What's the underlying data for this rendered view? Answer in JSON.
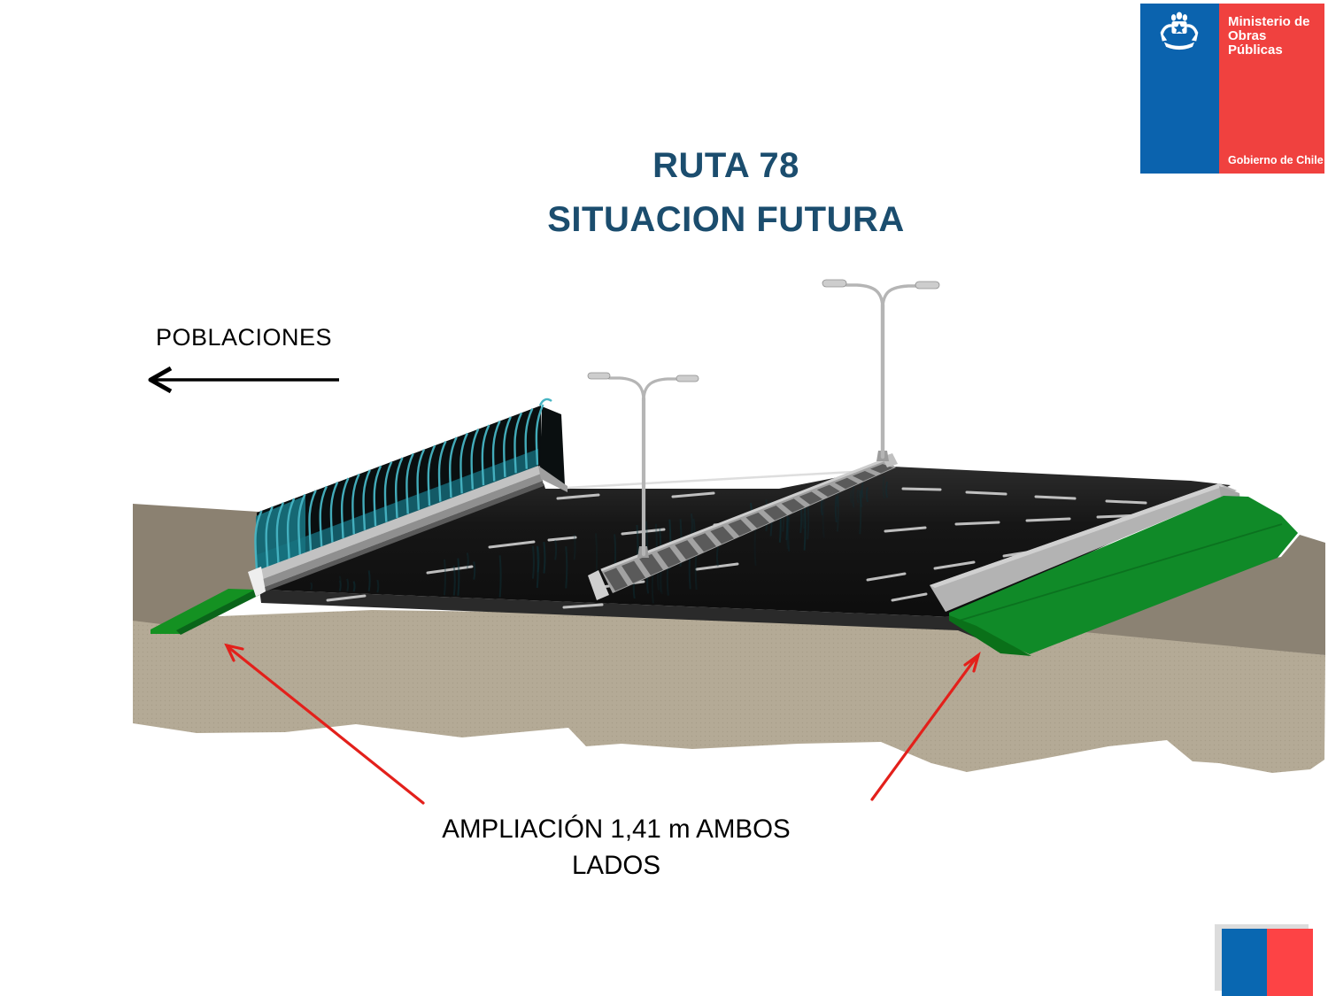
{
  "slide": {
    "title": {
      "line1": "RUTA 78",
      "line2": "SITUACION FUTURA",
      "color": "#1b4d6e"
    },
    "direction_label": "POBLACIONES",
    "annotation": {
      "line1": "AMPLIACIÓN 1,41 m AMBOS",
      "line2": "LADOS"
    },
    "arrow_red_color": "#e3201b"
  },
  "header_logo": {
    "ministry_line1": "Ministerio de",
    "ministry_line2": "Obras Públicas",
    "government": "Gobierno de Chile",
    "colors": {
      "blue": "#0b63ae",
      "red": "#f0413f"
    }
  },
  "footer_flag": {
    "colors": {
      "blue": "#0967b1",
      "red": "#fd4345"
    }
  },
  "illustration": {
    "type": "3d-highway-cross-section",
    "features": [
      "noise-barrier",
      "median-barrier",
      "street-lamps",
      "green-widening-strips",
      "earth-embankment"
    ],
    "colors": {
      "noise_barrier_teal": "#46b4c3",
      "green": "#108a28",
      "asphalt": "#161616",
      "earth_tan": "#b4aa96",
      "earth_shadow": "#8b8171",
      "barrier_gray": "#a7a7a7"
    }
  }
}
